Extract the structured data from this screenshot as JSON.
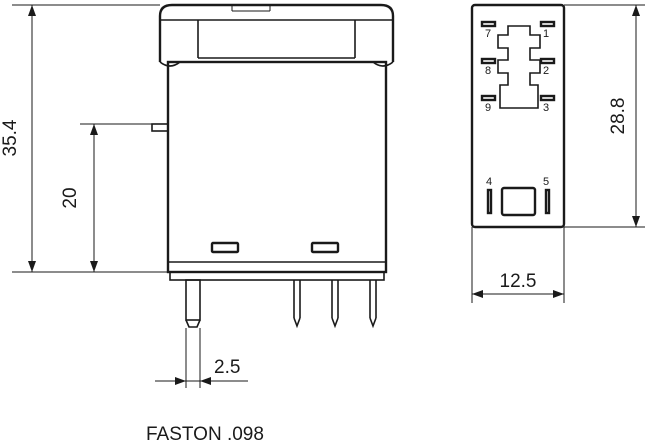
{
  "side_view": {
    "height_total": "35.4",
    "height_body": "20",
    "terminal_width": "2.5"
  },
  "top_view": {
    "height": "28.8",
    "width": "12.5",
    "pins": {
      "p7": "7",
      "p1": "1",
      "p8": "8",
      "p2": "2",
      "p9": "9",
      "p3": "3",
      "p4": "4",
      "p5": "5"
    }
  },
  "caption": "FASTON .098",
  "colors": {
    "line": "#1a1a1a",
    "background": "#ffffff"
  }
}
